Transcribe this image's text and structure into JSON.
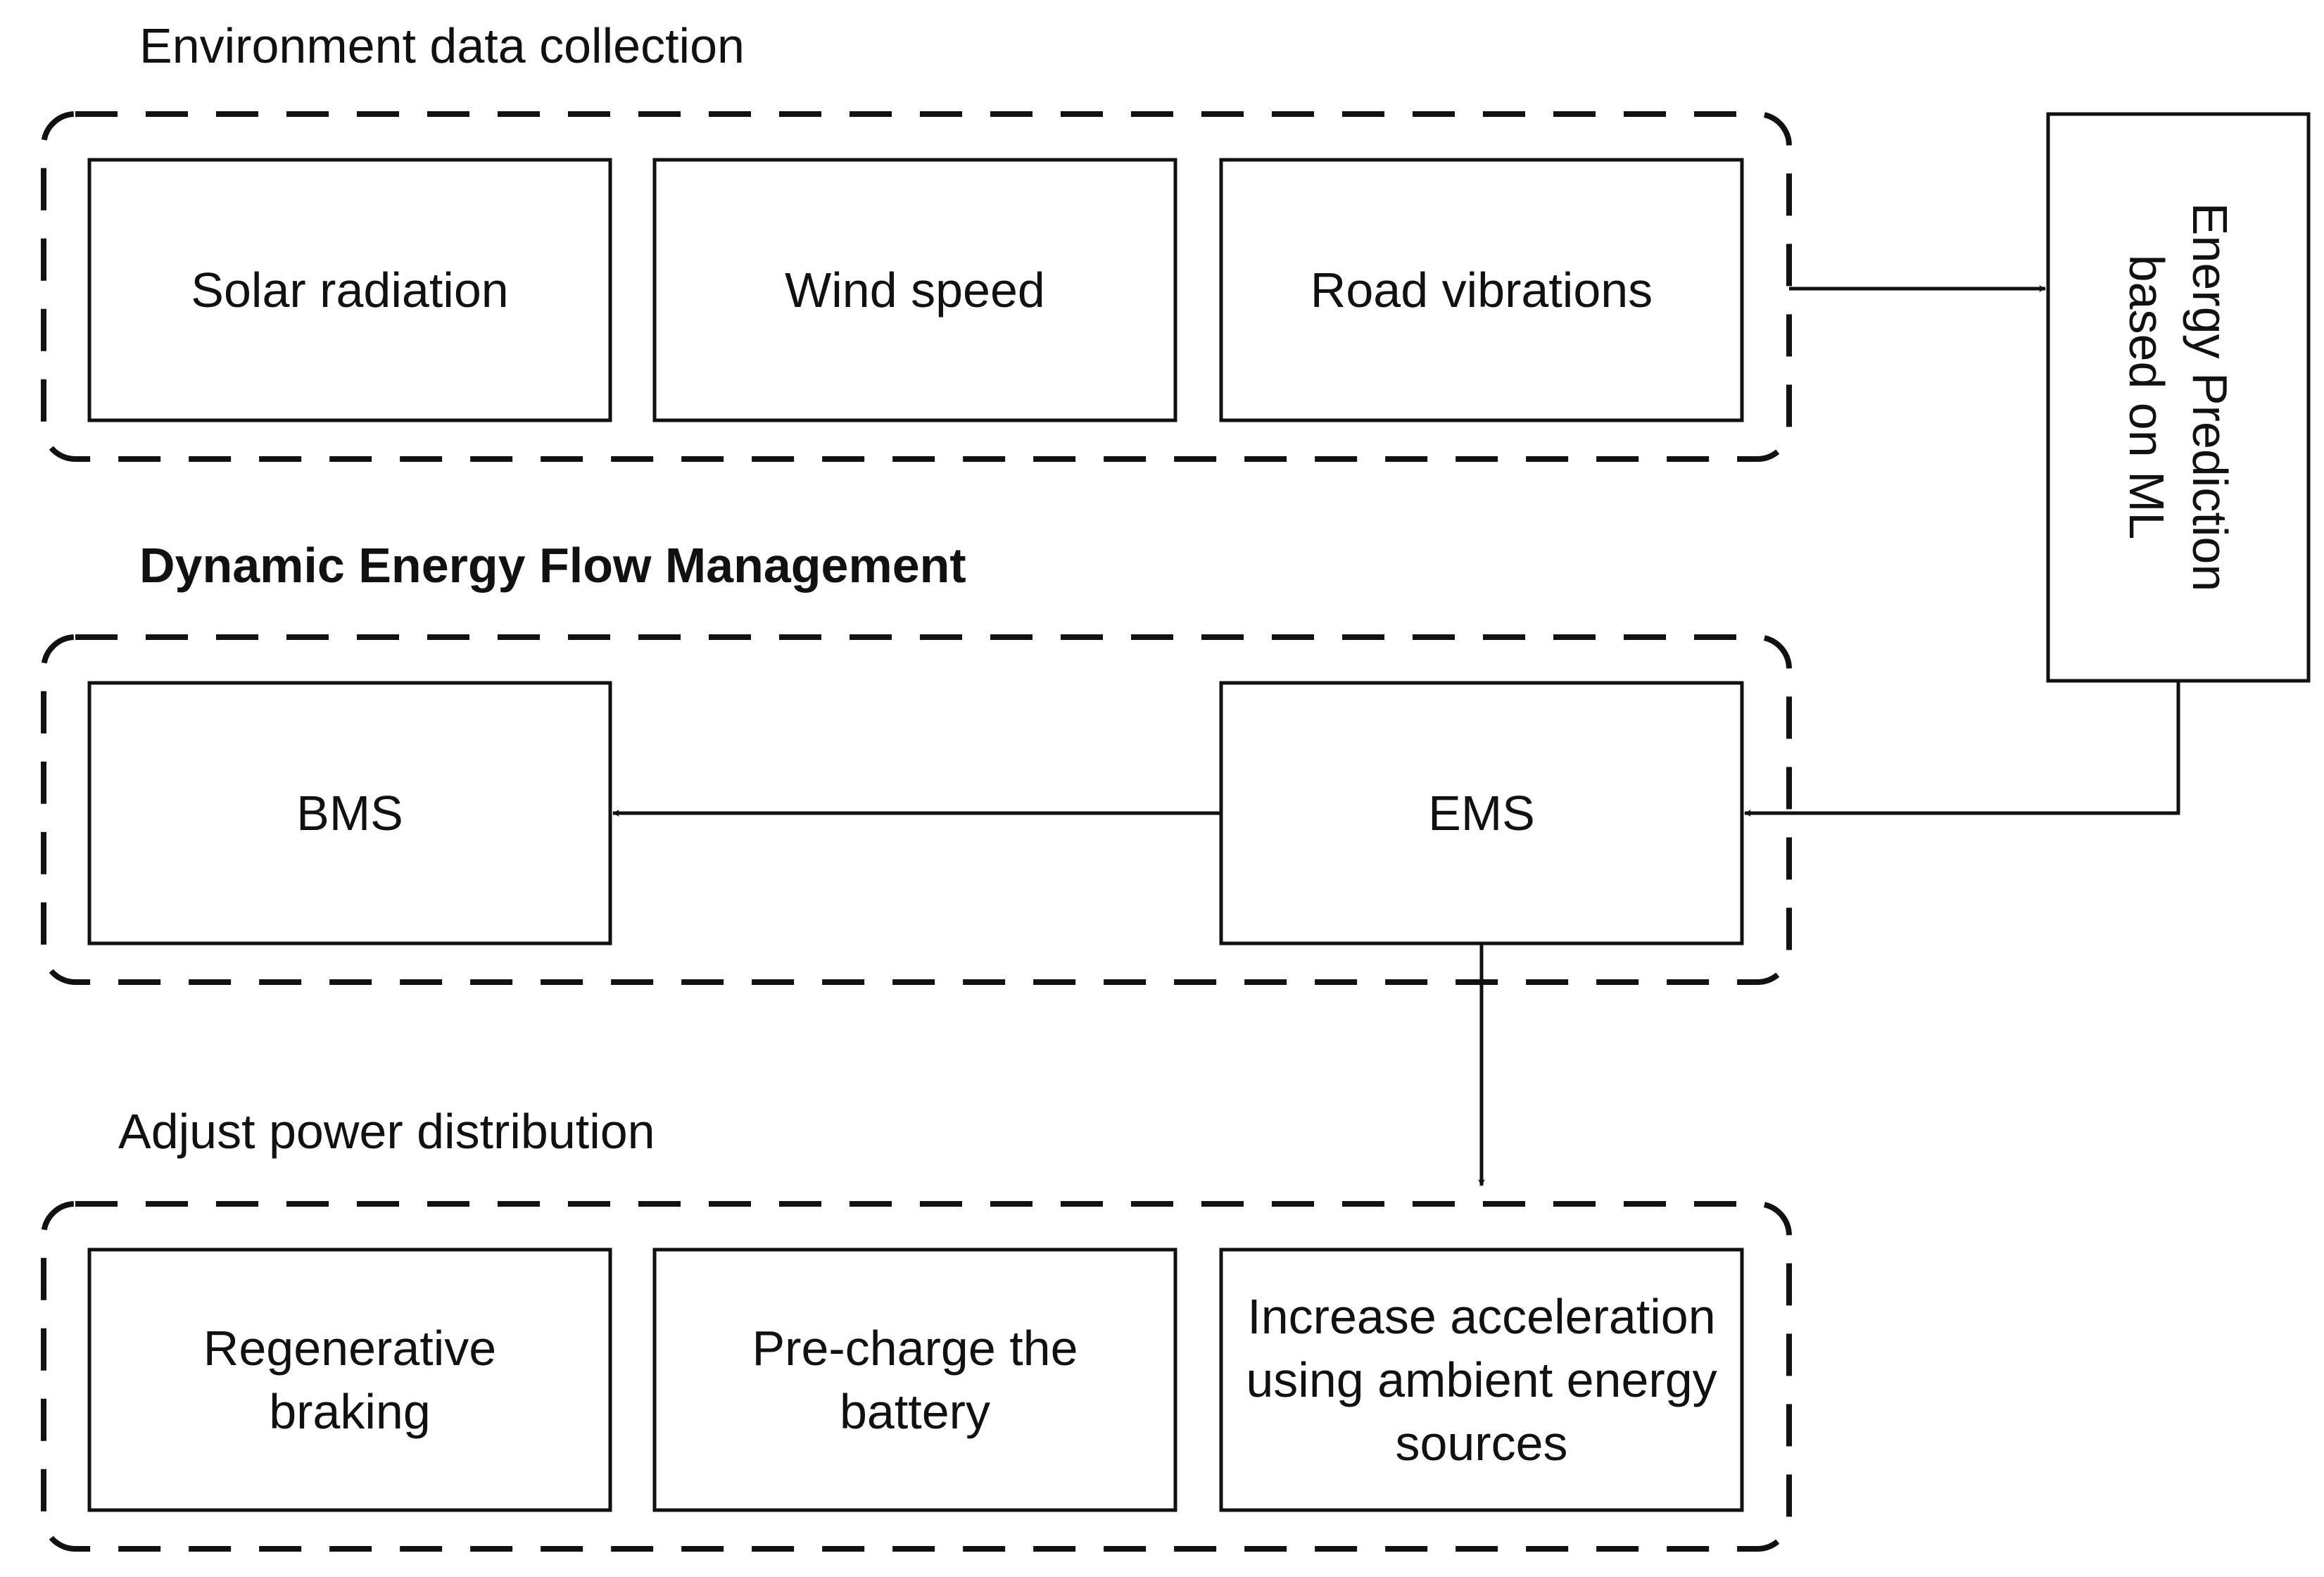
{
  "groups": {
    "environment": {
      "title": "Environment data collection",
      "items": [
        "Solar radiation",
        "Wind speed",
        "Road vibrations"
      ]
    },
    "flow": {
      "title": "Dynamic Energy Flow Management",
      "bms": "BMS",
      "ems": "EMS"
    },
    "adjust": {
      "title": "Adjust power distribution",
      "items": [
        "Regenerative\nbraking",
        "Pre-charge the\nbattery",
        "Increase acceleration\nusing ambient energy\nsources"
      ]
    }
  },
  "prediction": {
    "label": "Energy Prediction\nbased on ML"
  },
  "colors": {
    "stroke": "#111111",
    "background": "#ffffff"
  }
}
